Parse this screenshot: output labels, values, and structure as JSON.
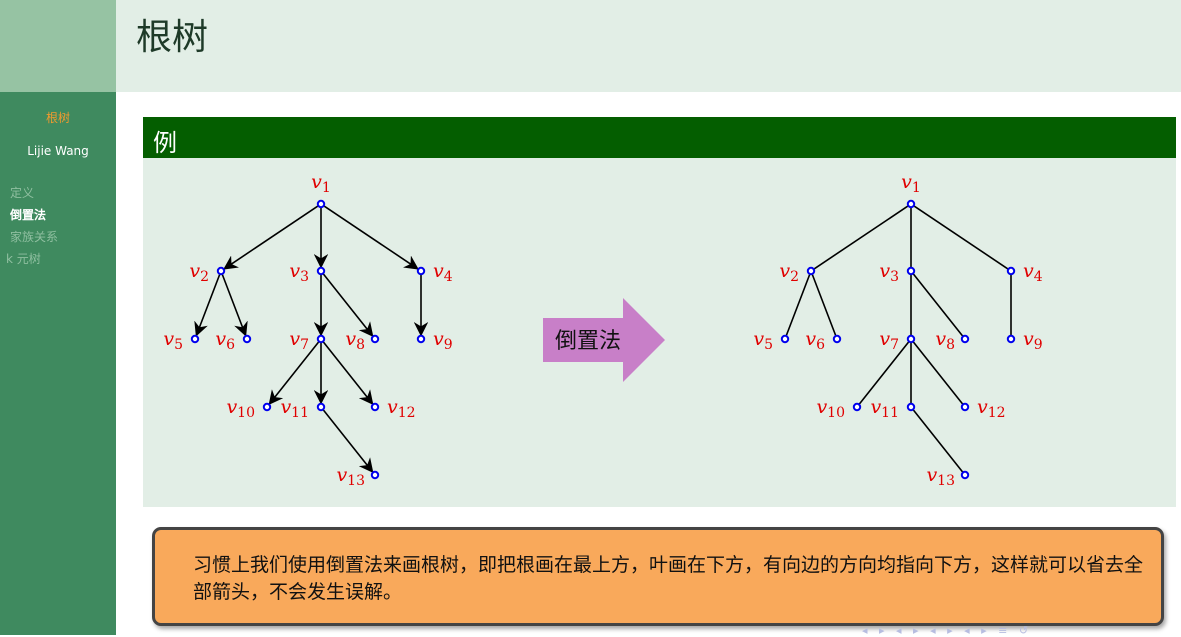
{
  "sidebar": {
    "title": "根树",
    "author": "Lijie Wang",
    "items": [
      {
        "label": "定义",
        "active": false
      },
      {
        "label": "倒置法",
        "active": true
      },
      {
        "label": "家族关系",
        "active": false
      },
      {
        "label": "k 元树",
        "active": false
      }
    ]
  },
  "header": {
    "title": "根树"
  },
  "example": {
    "heading": "例",
    "method_label": "倒置法",
    "left_tree": {
      "directed": true,
      "edges": [
        [
          "v1",
          "v2"
        ],
        [
          "v1",
          "v3"
        ],
        [
          "v1",
          "v4"
        ],
        [
          "v2",
          "v5"
        ],
        [
          "v2",
          "v6"
        ],
        [
          "v3",
          "v7"
        ],
        [
          "v3",
          "v8"
        ],
        [
          "v4",
          "v9"
        ],
        [
          "v7",
          "v10"
        ],
        [
          "v7",
          "v11"
        ],
        [
          "v7",
          "v12"
        ],
        [
          "v11",
          "v13"
        ]
      ]
    },
    "right_tree": {
      "directed": false,
      "edges": [
        [
          "v1",
          "v2"
        ],
        [
          "v1",
          "v3"
        ],
        [
          "v1",
          "v4"
        ],
        [
          "v2",
          "v5"
        ],
        [
          "v2",
          "v6"
        ],
        [
          "v3",
          "v7"
        ],
        [
          "v3",
          "v8"
        ],
        [
          "v4",
          "v9"
        ],
        [
          "v7",
          "v10"
        ],
        [
          "v7",
          "v11"
        ],
        [
          "v7",
          "v12"
        ],
        [
          "v11",
          "v13"
        ]
      ]
    },
    "nodes": [
      {
        "id": "v1",
        "name": "v",
        "sub": "1"
      },
      {
        "id": "v2",
        "name": "v",
        "sub": "2"
      },
      {
        "id": "v3",
        "name": "v",
        "sub": "3"
      },
      {
        "id": "v4",
        "name": "v",
        "sub": "4"
      },
      {
        "id": "v5",
        "name": "v",
        "sub": "5"
      },
      {
        "id": "v6",
        "name": "v",
        "sub": "6"
      },
      {
        "id": "v7",
        "name": "v",
        "sub": "7"
      },
      {
        "id": "v8",
        "name": "v",
        "sub": "8"
      },
      {
        "id": "v9",
        "name": "v",
        "sub": "9"
      },
      {
        "id": "v10",
        "name": "v",
        "sub": "10"
      },
      {
        "id": "v11",
        "name": "v",
        "sub": "11"
      },
      {
        "id": "v12",
        "name": "v",
        "sub": "12"
      },
      {
        "id": "v13",
        "name": "v",
        "sub": "13"
      }
    ],
    "colors": {
      "label": "#e00000",
      "node": "#0000ee",
      "edge": "#000000",
      "arrow_fill": "#c87fc8"
    }
  },
  "note": {
    "text": "习惯上我们使用倒置法来画根树，即把根画在最上方，叶画在下方，有向边的方向均指向下方，这样就可以省去全部箭头，不会发生误解。"
  }
}
